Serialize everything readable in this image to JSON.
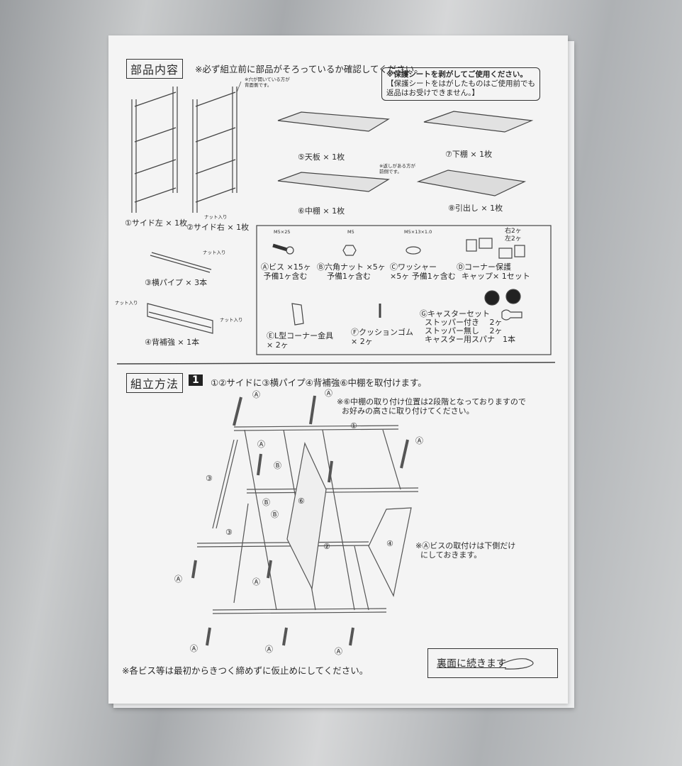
{
  "parts_section": {
    "title": "部品内容",
    "check_note": "※必ず組立前に部品がそろっているか確認してください。",
    "hole_note_1": "※穴が開いている方が",
    "hole_note_2": "背面側です。",
    "sheet_note_title": "※保護シートを剥がしてご使用ください。",
    "sheet_note_line1": "【保護シートをはがしたものはご使用前でも",
    "sheet_note_line2": "返品はお受けできません。】",
    "return_note_1": "※返しがある方が",
    "return_note_2": "前側です。",
    "nut_label": "ナット入り",
    "items": [
      {
        "label": "①サイド左 × 1枚"
      },
      {
        "label": "②サイド右 × 1枚"
      },
      {
        "label": "③横パイプ × 3本"
      },
      {
        "label": "④背補強 × 1本"
      },
      {
        "label": "⑤天板 × 1枚"
      },
      {
        "label": "⑥中棚 × 1枚"
      },
      {
        "label": "⑦下棚 × 1枚"
      },
      {
        "label": "⑧引出し × 1枚"
      }
    ],
    "hardware": [
      {
        "spec": "M5×25",
        "line1": "Ⓐビス ×15ヶ",
        "line2": "予備1ヶ含む"
      },
      {
        "spec": "M5",
        "line1": "Ⓑ六角ナット ×5ヶ",
        "line2": "予備1ヶ含む"
      },
      {
        "spec": "M5×13×1.0",
        "line1": "Ⓒワッシャー",
        "line2": "×5ヶ 予備1ヶ含む"
      },
      {
        "spec": "",
        "line1": "Ⓓコーナー保護",
        "line2": "キャップ× 1セット",
        "right": "右2ヶ",
        "left": "左2ヶ"
      },
      {
        "spec": "",
        "line1": "ⒺL型コーナー金具",
        "line2": "× 2ヶ"
      },
      {
        "spec": "",
        "line1": "Ⓕクッションゴム",
        "line2": "× 2ヶ"
      },
      {
        "spec": "",
        "line1": "Ⓖキャスターセット",
        "line2": "ストッパー付き　 2ヶ",
        "line3": "ストッパー無し　 2ヶ",
        "line4": "キャスター用スパナ　1本"
      }
    ]
  },
  "assembly_section": {
    "title": "組立方法",
    "step_number": "1",
    "step_text": "①②サイドに③横パイプ④背補強⑥中棚を取付けます。",
    "shelf_note_1": "※⑥中棚の取り付け位置は2段階となっておりますので",
    "shelf_note_2": "お好みの高さに取り付けてください。",
    "screw_note_1": "※Ⓐビスの取付けは下側だけ",
    "screw_note_2": "にしておきます。",
    "callouts": {
      "a": "Ⓐ",
      "b": "Ⓑ",
      "n1": "①",
      "n2": "②",
      "n3": "③",
      "n4": "④",
      "n6": "⑥"
    },
    "bottom_note": "※各ビス等は最初からきつく締めずに仮止めにしてください。",
    "continue_label": "裏面に続きます"
  }
}
